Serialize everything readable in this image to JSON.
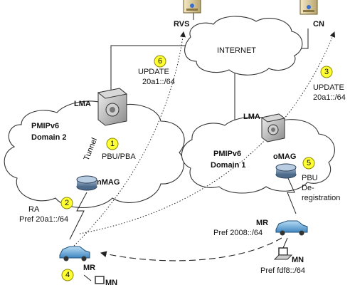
{
  "nodes": {
    "rvs": "RVS",
    "cn": "CN",
    "internet": "INTERNET",
    "lma_top": "LMA",
    "lma_right": "LMA",
    "domain2_line1": "PMIPv6",
    "domain2_line2": "Domain 2",
    "domain1_line1": "PMIPv6",
    "domain1_line2": "Domain 1",
    "nmag": "nMAG",
    "omag": "oMAG",
    "tunnel": "Tunnel",
    "mr_left": "MR",
    "mr_right": "MR",
    "mn_right": "MN",
    "mn_left": "MN"
  },
  "steps": [
    {
      "num": "1",
      "lines": [
        "PBU/PBA"
      ]
    },
    {
      "num": "2",
      "lines": [
        "RA",
        "Pref 20a1::/64"
      ]
    },
    {
      "num": "3",
      "lines": [
        "UPDATE",
        "20a1::/64"
      ]
    },
    {
      "num": "4",
      "lines": []
    },
    {
      "num": "5",
      "lines": [
        "PBU",
        "De-",
        "registration"
      ]
    },
    {
      "num": "6",
      "lines": [
        "UPDATE",
        "20a1::/64"
      ]
    }
  ],
  "prefixes": {
    "mr_right": "Pref 2008::/64",
    "mn_right": "Pref fdf8::/64"
  },
  "colors": {
    "badge_fill": "#ffff33",
    "router_blue": "#6f8fb0",
    "car_blue": "#6fb0e0"
  }
}
